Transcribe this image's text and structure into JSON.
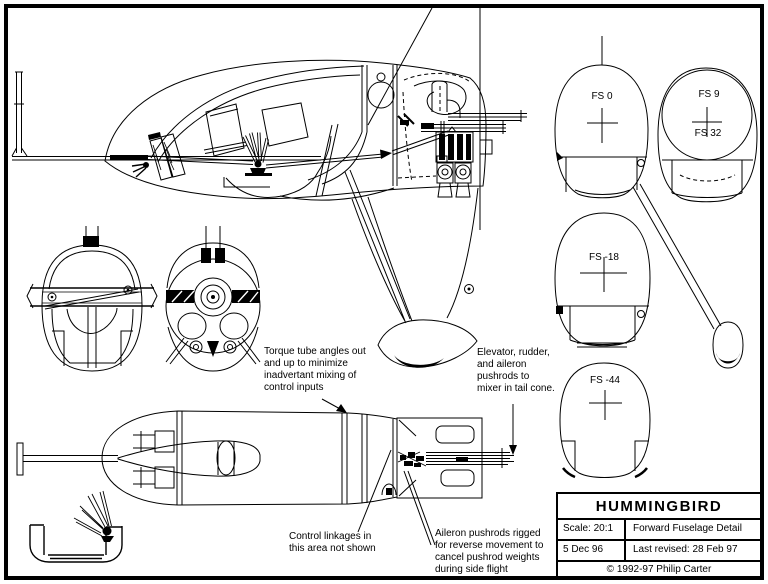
{
  "page": {
    "background": "#ffffff",
    "ink": "#000000"
  },
  "title_block": {
    "title": "HUMMINGBIRD",
    "scale": "Scale: 20:1",
    "drawing_name": "Forward Fuselage Detail",
    "date": "5 Dec 96",
    "revised": "Last revised: 28 Feb 97",
    "copyright": "© 1992-97 Philip Carter"
  },
  "stations": {
    "fs0": "FS 0",
    "fs9": "FS 9",
    "fs32": "FS 32",
    "fs_minus18": "FS -18",
    "fs_minus44": "FS -44"
  },
  "annotations": {
    "torque_note": {
      "lines": [
        "Torque tube angles out",
        "and up to minimize",
        "inadvertant mixing of",
        "control inputs"
      ]
    },
    "pushrod_note": {
      "lines": [
        "Elevator, rudder,",
        "and aileron",
        "pushrods to",
        "mixer in tail cone."
      ]
    },
    "linkage_note": {
      "lines": [
        "Control linkages in",
        "this area not shown"
      ]
    },
    "aileron_note": {
      "lines": [
        "Aileron pushrods rigged",
        "for reverse movement to",
        "cancel pushrod weights",
        "during side flight"
      ]
    }
  }
}
